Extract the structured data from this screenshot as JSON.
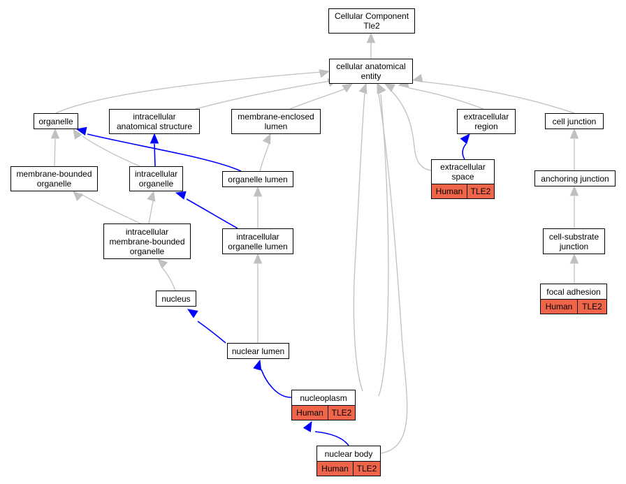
{
  "diagram": {
    "nodes": {
      "root": "Cellular Component\nTle2",
      "cae": "cellular anatomical\nentity",
      "organelle": "organelle",
      "ias": "intracellular\nanatomical structure",
      "mel": "membrane-enclosed\nlumen",
      "exr": "extracellular\nregion",
      "cj": "cell junction",
      "mbo": "membrane-bounded\norganelle",
      "io": "intracellular\norganelle",
      "ol": "organelle lumen",
      "exs": "extracellular\nspace",
      "aj": "anchoring junction",
      "imbo": "intracellular\nmembrane-bounded\norganelle",
      "iol": "intracellular\norganelle lumen",
      "csj": "cell-substrate\njunction",
      "nucleus": "nucleus",
      "fa": "focal adhesion",
      "nl": "nuclear lumen",
      "np": "nucleoplasm",
      "nb": "nuclear body"
    },
    "annotations": {
      "exs": [
        "Human",
        "TLE2"
      ],
      "fa": [
        "Human",
        "TLE2"
      ],
      "np": [
        "Human",
        "TLE2"
      ],
      "nb": [
        "Human",
        "TLE2"
      ]
    },
    "edge_colors": {
      "is_a": "#c0c0c0",
      "part_of": "#0000ff"
    }
  }
}
